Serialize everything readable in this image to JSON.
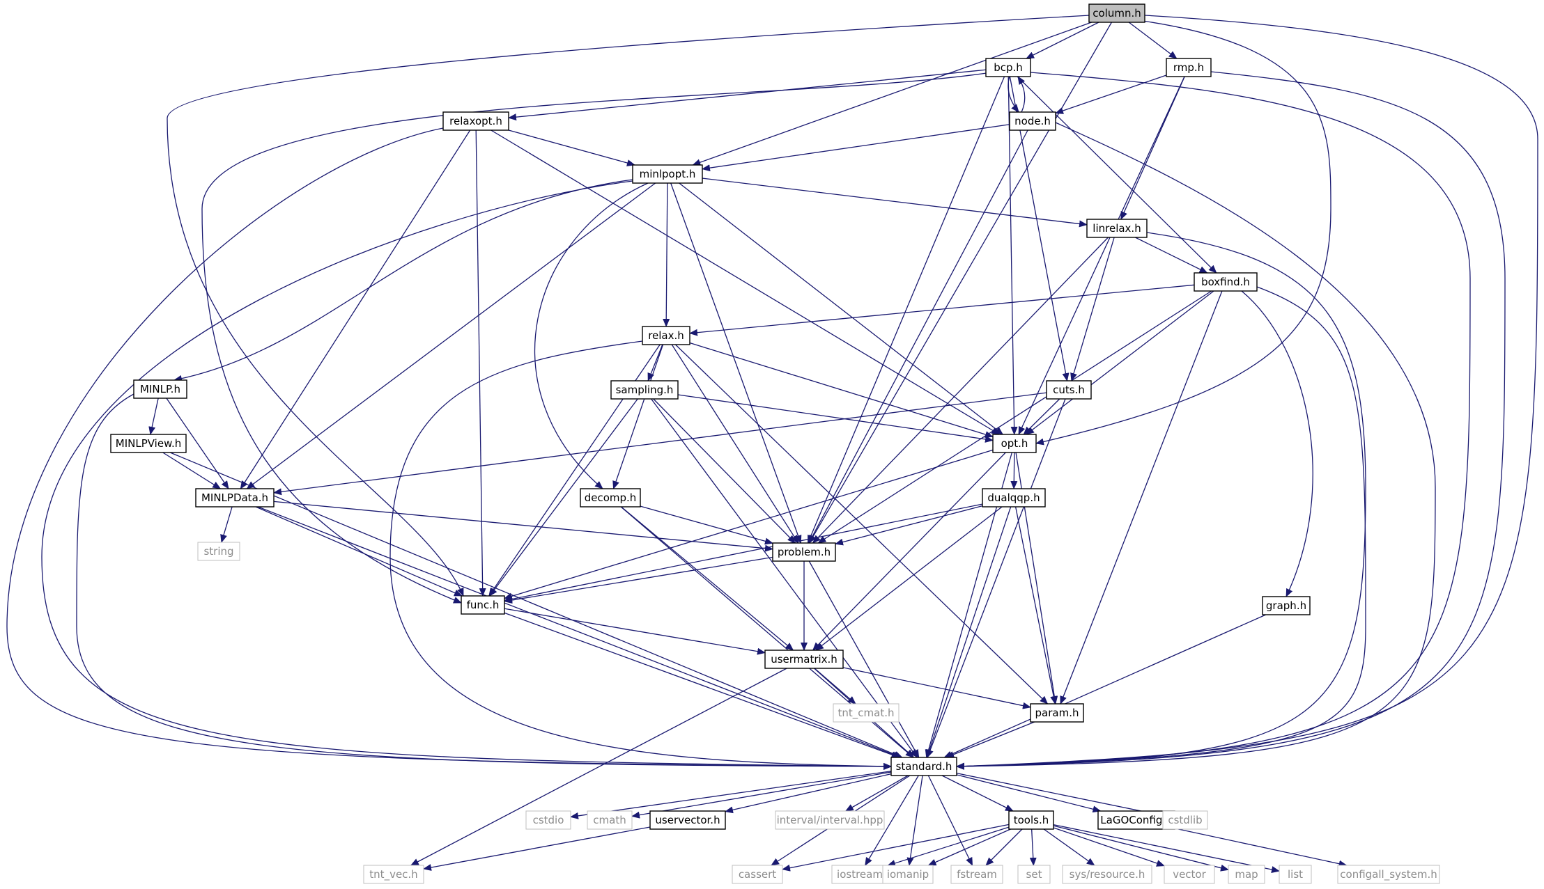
{
  "colors": {
    "edge": "#191970",
    "node_border": "#000000",
    "external_border": "#bfbfbf",
    "root_fill": "#bfbfbf",
    "node_fill": "#ffffff"
  },
  "nodes": [
    {
      "id": "column",
      "label": "column.h",
      "kind": "root"
    },
    {
      "id": "bcp",
      "label": "bcp.h",
      "kind": "local"
    },
    {
      "id": "rmp",
      "label": "rmp.h",
      "kind": "local"
    },
    {
      "id": "node",
      "label": "node.h",
      "kind": "local"
    },
    {
      "id": "relaxopt",
      "label": "relaxopt.h",
      "kind": "local"
    },
    {
      "id": "minlpopt",
      "label": "minlpopt.h",
      "kind": "local"
    },
    {
      "id": "linrelax",
      "label": "linrelax.h",
      "kind": "local"
    },
    {
      "id": "boxfind",
      "label": "boxfind.h",
      "kind": "local"
    },
    {
      "id": "relax",
      "label": "relax.h",
      "kind": "local"
    },
    {
      "id": "MINLP",
      "label": "MINLP.h",
      "kind": "local"
    },
    {
      "id": "sampling",
      "label": "sampling.h",
      "kind": "local"
    },
    {
      "id": "cuts",
      "label": "cuts.h",
      "kind": "local"
    },
    {
      "id": "MINLPView",
      "label": "MINLPView.h",
      "kind": "local"
    },
    {
      "id": "opt",
      "label": "opt.h",
      "kind": "local"
    },
    {
      "id": "MINLPData",
      "label": "MINLPData.h",
      "kind": "local"
    },
    {
      "id": "decomp",
      "label": "decomp.h",
      "kind": "local"
    },
    {
      "id": "dualqqp",
      "label": "dualqqp.h",
      "kind": "local"
    },
    {
      "id": "string",
      "label": "string",
      "kind": "external"
    },
    {
      "id": "problem",
      "label": "problem.h",
      "kind": "local"
    },
    {
      "id": "func",
      "label": "func.h",
      "kind": "local"
    },
    {
      "id": "graph",
      "label": "graph.h",
      "kind": "local"
    },
    {
      "id": "usermatrix",
      "label": "usermatrix.h",
      "kind": "local"
    },
    {
      "id": "tnt_cmat",
      "label": "tnt_cmat.h",
      "kind": "external"
    },
    {
      "id": "param",
      "label": "param.h",
      "kind": "local"
    },
    {
      "id": "standard",
      "label": "standard.h",
      "kind": "local"
    },
    {
      "id": "cstdio",
      "label": "cstdio",
      "kind": "external"
    },
    {
      "id": "cmath",
      "label": "cmath",
      "kind": "external"
    },
    {
      "id": "uservector",
      "label": "uservector.h",
      "kind": "local"
    },
    {
      "id": "interval",
      "label": "interval/interval.hpp",
      "kind": "external"
    },
    {
      "id": "tools",
      "label": "tools.h",
      "kind": "local"
    },
    {
      "id": "LaGOConfig",
      "label": "LaGOConfig.h",
      "kind": "local"
    },
    {
      "id": "cstdlib",
      "label": "cstdlib",
      "kind": "external"
    },
    {
      "id": "tnt_vec",
      "label": "tnt_vec.h",
      "kind": "external"
    },
    {
      "id": "cassert",
      "label": "cassert",
      "kind": "external"
    },
    {
      "id": "iostream",
      "label": "iostream",
      "kind": "external"
    },
    {
      "id": "iomanip",
      "label": "iomanip",
      "kind": "external"
    },
    {
      "id": "fstream",
      "label": "fstream",
      "kind": "external"
    },
    {
      "id": "set",
      "label": "set",
      "kind": "external"
    },
    {
      "id": "sysresource",
      "label": "sys/resource.h",
      "kind": "external"
    },
    {
      "id": "vector",
      "label": "vector",
      "kind": "external"
    },
    {
      "id": "map",
      "label": "map",
      "kind": "external"
    },
    {
      "id": "list",
      "label": "list",
      "kind": "external"
    },
    {
      "id": "configall",
      "label": "configall_system.h",
      "kind": "external"
    }
  ],
  "edges": [
    [
      "column",
      "bcp"
    ],
    [
      "column",
      "rmp"
    ],
    [
      "column",
      "minlpopt"
    ],
    [
      "column",
      "func"
    ],
    [
      "column",
      "problem"
    ],
    [
      "column",
      "opt"
    ],
    [
      "column",
      "standard"
    ],
    [
      "bcp",
      "node"
    ],
    [
      "bcp",
      "relaxopt"
    ],
    [
      "bcp",
      "func"
    ],
    [
      "bcp",
      "problem"
    ],
    [
      "bcp",
      "opt"
    ],
    [
      "bcp",
      "cuts"
    ],
    [
      "bcp",
      "boxfind"
    ],
    [
      "bcp",
      "standard"
    ],
    [
      "node",
      "bcp"
    ],
    [
      "node",
      "minlpopt"
    ],
    [
      "node",
      "problem"
    ],
    [
      "node",
      "standard"
    ],
    [
      "rmp",
      "node"
    ],
    [
      "rmp",
      "linrelax"
    ],
    [
      "rmp",
      "opt"
    ],
    [
      "rmp",
      "standard"
    ],
    [
      "relaxopt",
      "minlpopt"
    ],
    [
      "relaxopt",
      "MINLPData"
    ],
    [
      "relaxopt",
      "func"
    ],
    [
      "relaxopt",
      "opt"
    ],
    [
      "relaxopt",
      "standard"
    ],
    [
      "minlpopt",
      "relax"
    ],
    [
      "minlpopt",
      "MINLP"
    ],
    [
      "minlpopt",
      "MINLPData"
    ],
    [
      "minlpopt",
      "decomp"
    ],
    [
      "minlpopt",
      "problem"
    ],
    [
      "minlpopt",
      "opt"
    ],
    [
      "minlpopt",
      "linrelax"
    ],
    [
      "minlpopt",
      "standard"
    ],
    [
      "linrelax",
      "boxfind"
    ],
    [
      "linrelax",
      "cuts"
    ],
    [
      "linrelax",
      "problem"
    ],
    [
      "linrelax",
      "standard"
    ],
    [
      "boxfind",
      "relax"
    ],
    [
      "boxfind",
      "opt"
    ],
    [
      "boxfind",
      "problem"
    ],
    [
      "boxfind",
      "param"
    ],
    [
      "boxfind",
      "graph"
    ],
    [
      "boxfind",
      "standard"
    ],
    [
      "relax",
      "sampling"
    ],
    [
      "relax",
      "decomp"
    ],
    [
      "relax",
      "problem"
    ],
    [
      "relax",
      "func"
    ],
    [
      "relax",
      "opt"
    ],
    [
      "relax",
      "param"
    ],
    [
      "relax",
      "standard"
    ],
    [
      "MINLP",
      "MINLPView"
    ],
    [
      "MINLP",
      "MINLPData"
    ],
    [
      "MINLP",
      "standard"
    ],
    [
      "MINLPView",
      "MINLPData"
    ],
    [
      "MINLPView",
      "standard"
    ],
    [
      "sampling",
      "opt"
    ],
    [
      "sampling",
      "problem"
    ],
    [
      "sampling",
      "func"
    ],
    [
      "sampling",
      "standard"
    ],
    [
      "cuts",
      "opt"
    ],
    [
      "cuts",
      "MINLPData"
    ],
    [
      "cuts",
      "standard"
    ],
    [
      "opt",
      "dualqqp"
    ],
    [
      "opt",
      "func"
    ],
    [
      "opt",
      "usermatrix"
    ],
    [
      "opt",
      "param"
    ],
    [
      "opt",
      "standard"
    ],
    [
      "MINLPData",
      "string"
    ],
    [
      "MINLPData",
      "problem"
    ],
    [
      "MINLPData",
      "func"
    ],
    [
      "MINLPData",
      "standard"
    ],
    [
      "decomp",
      "problem"
    ],
    [
      "decomp",
      "usermatrix"
    ],
    [
      "decomp",
      "standard"
    ],
    [
      "dualqqp",
      "problem"
    ],
    [
      "dualqqp",
      "func"
    ],
    [
      "dualqqp",
      "usermatrix"
    ],
    [
      "dualqqp",
      "param"
    ],
    [
      "dualqqp",
      "standard"
    ],
    [
      "problem",
      "func"
    ],
    [
      "problem",
      "usermatrix"
    ],
    [
      "problem",
      "standard"
    ],
    [
      "func",
      "usermatrix"
    ],
    [
      "func",
      "standard"
    ],
    [
      "graph",
      "standard"
    ],
    [
      "usermatrix",
      "tnt_cmat"
    ],
    [
      "usermatrix",
      "param"
    ],
    [
      "usermatrix",
      "tnt_vec"
    ],
    [
      "usermatrix",
      "standard"
    ],
    [
      "param",
      "standard"
    ],
    [
      "standard",
      "cstdio"
    ],
    [
      "standard",
      "cmath"
    ],
    [
      "standard",
      "uservector"
    ],
    [
      "standard",
      "interval"
    ],
    [
      "standard",
      "tools"
    ],
    [
      "standard",
      "LaGOConfig"
    ],
    [
      "standard",
      "cstdlib"
    ],
    [
      "standard",
      "cassert"
    ],
    [
      "standard",
      "iostream"
    ],
    [
      "standard",
      "iomanip"
    ],
    [
      "standard",
      "fstream"
    ],
    [
      "uservector",
      "tnt_vec"
    ],
    [
      "tools",
      "cassert"
    ],
    [
      "tools",
      "iostream"
    ],
    [
      "tools",
      "iomanip"
    ],
    [
      "tools",
      "fstream"
    ],
    [
      "tools",
      "set"
    ],
    [
      "tools",
      "sysresource"
    ],
    [
      "tools",
      "vector"
    ],
    [
      "tools",
      "map"
    ],
    [
      "tools",
      "list"
    ],
    [
      "LaGOConfig",
      "configall"
    ]
  ]
}
